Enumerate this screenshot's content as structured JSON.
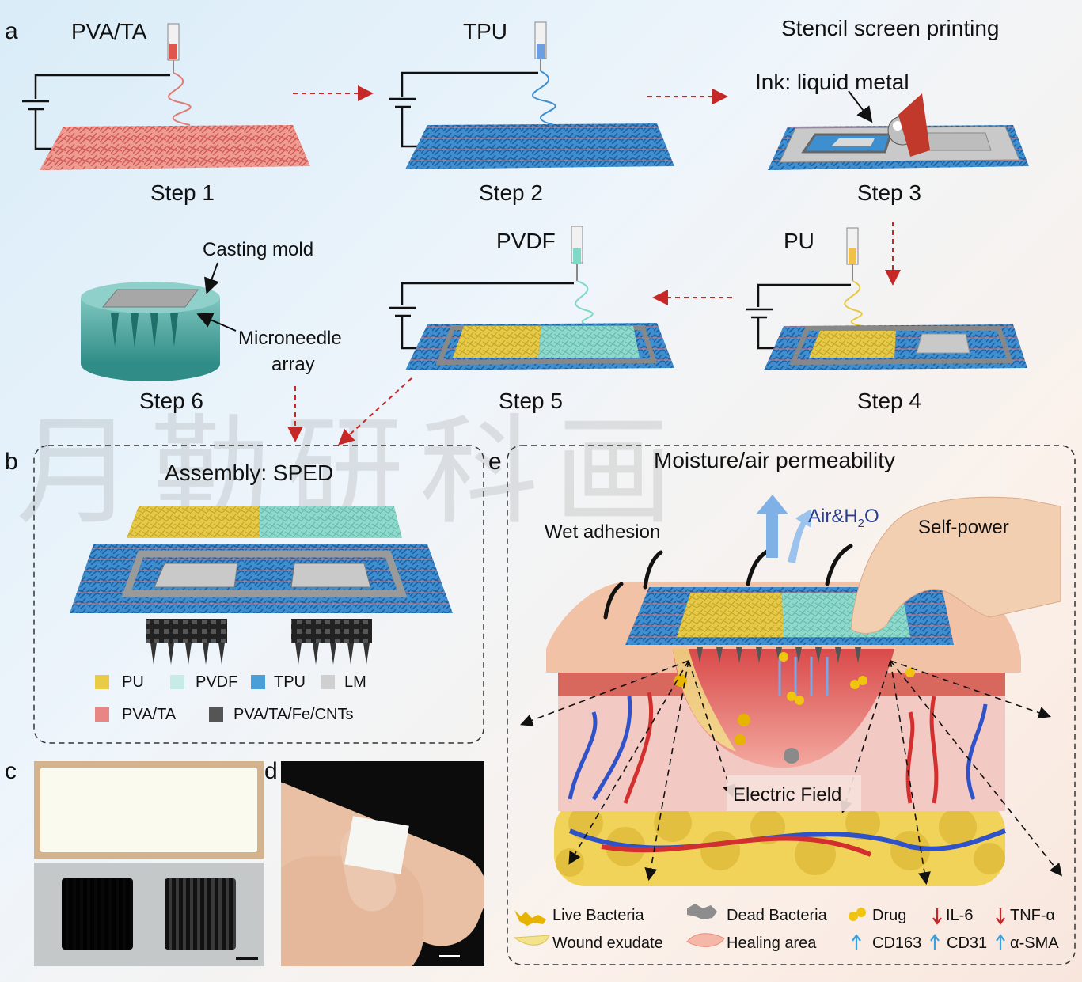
{
  "panels": {
    "a": "a",
    "b": "b",
    "c": "c",
    "d": "d",
    "e": "e"
  },
  "step1": {
    "material": "PVA/TA",
    "label": "Step 1"
  },
  "step2": {
    "material": "TPU",
    "label": "Step 2"
  },
  "step3": {
    "title": "Stencil screen printing",
    "ink": "Ink: liquid metal",
    "label": "Step 3"
  },
  "step4": {
    "material": "PU",
    "label": "Step 4"
  },
  "step5": {
    "material": "PVDF",
    "label": "Step 5"
  },
  "step6": {
    "mold": "Casting mold",
    "needle_line1": "Microneedle",
    "needle_line2": "array",
    "label": "Step 6"
  },
  "assembly": {
    "title": "Assembly: SPED"
  },
  "legend_b": [
    {
      "label": "PU",
      "color": "#e9cc46"
    },
    {
      "label": "PVDF",
      "color": "#c7ece6"
    },
    {
      "label": "TPU",
      "color": "#4a9fd8"
    },
    {
      "label": "LM",
      "color": "#cfcfcf"
    },
    {
      "label": "PVA/TA",
      "color": "#e88585"
    },
    {
      "label": "PVA/TA/Fe/CNTs",
      "color": "#555555"
    }
  ],
  "panel_e": {
    "title": "Moisture/air permeability",
    "air": "Air&H",
    "air_sub": "2",
    "air_tail": "O",
    "wet": "Wet adhesion",
    "self": "Self-power",
    "field": "Electric Field"
  },
  "legend_e": {
    "live": "Live Bacteria",
    "dead": "Dead Bacteria",
    "drug": "Drug",
    "il6": "IL-6",
    "tnf": "TNF-α",
    "exudate": "Wound exudate",
    "healing": "Healing area",
    "cd163": "CD163",
    "cd31": "CD31",
    "sma": "α-SMA"
  },
  "watermark": "月勤研科画"
}
